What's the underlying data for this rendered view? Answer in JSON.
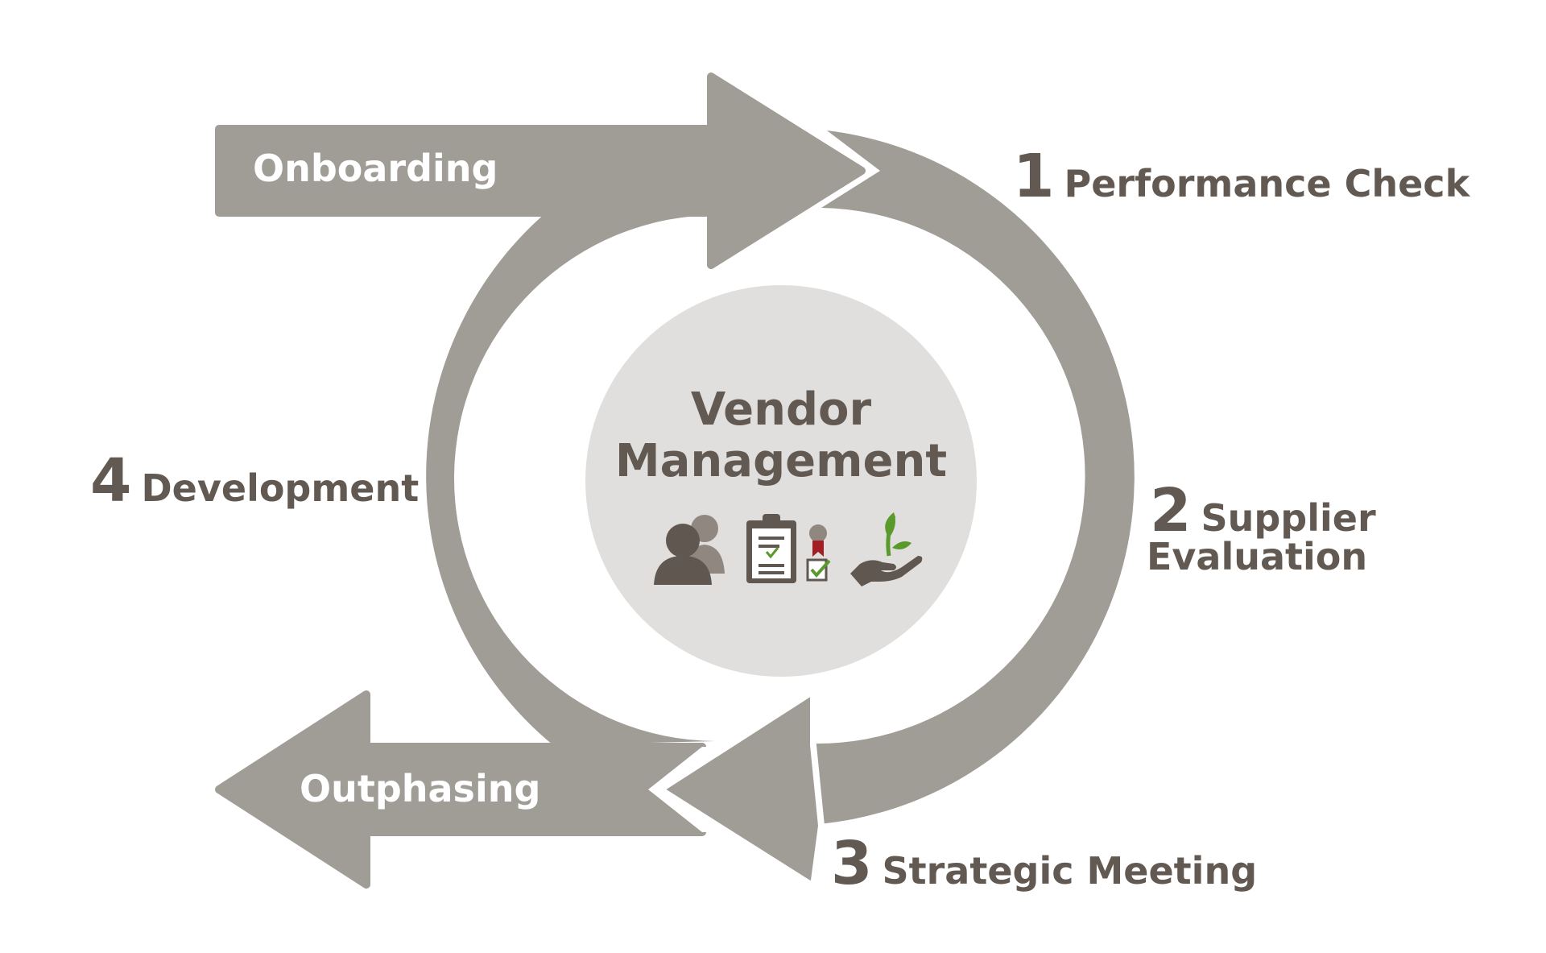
{
  "diagram": {
    "arrows": {
      "onboarding": "Onboarding",
      "outphasing": "Outphasing"
    },
    "center": {
      "line1": "Vendor",
      "line2": "Management"
    },
    "steps": [
      {
        "number": "1",
        "label": "Performance Check"
      },
      {
        "number": "2",
        "label_line1": "Supplier",
        "label_line2": "Evaluation"
      },
      {
        "number": "3",
        "label": "Strategic Meeting"
      },
      {
        "number": "4",
        "label": "Development"
      }
    ],
    "icons": [
      "people-icon",
      "clipboard-checklist-icon",
      "award-checkbox-icon",
      "hand-plant-icon"
    ]
  },
  "colors": {
    "arrow": "#a09c96",
    "text": "#625a52",
    "center_circle": "#e0dfde",
    "icon_dark": "#5f5750",
    "check_green": "#5a9a2c",
    "ribbon_red": "#a31d24"
  }
}
